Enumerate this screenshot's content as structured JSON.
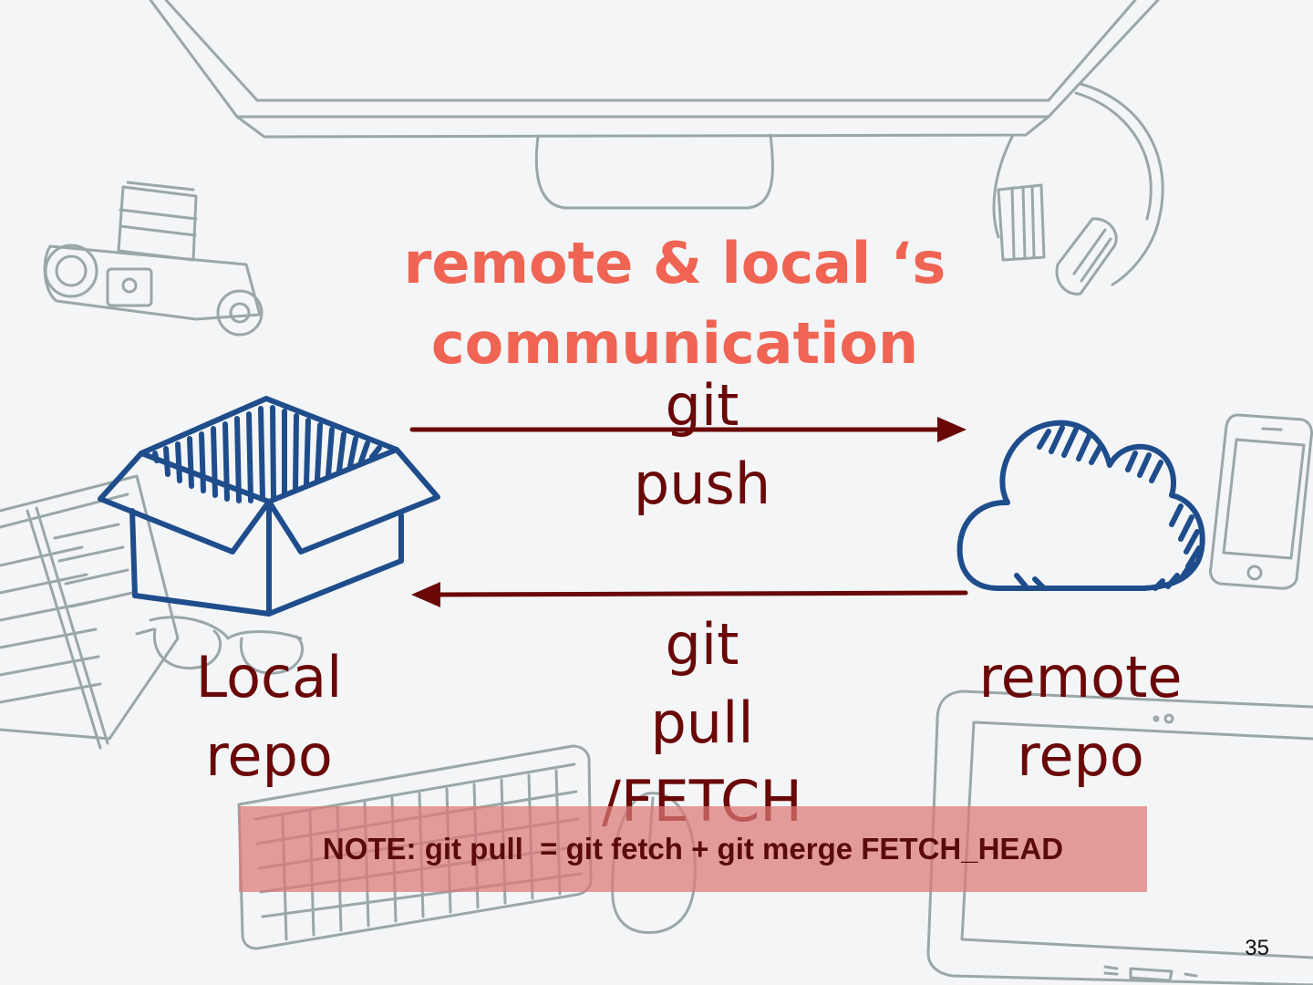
{
  "slide": {
    "title_line1": "remote & local ‘s",
    "title_line2": "communication",
    "push_line1": "git",
    "push_line2": "push",
    "pull_line1": "git",
    "pull_line2": "pull",
    "pull_line3": "/FETCH",
    "local_line1": "Local",
    "local_line2": "repo",
    "remote_line1": "remote",
    "remote_line2": "repo",
    "note": "NOTE: git pull  = git fetch + git merge FETCH_HEAD",
    "page_number": "35"
  },
  "icons": {
    "local": "open-box-icon",
    "remote": "cloud-icon",
    "decor": [
      "monitor",
      "camera",
      "headphones",
      "phone",
      "notebook",
      "glasses",
      "keyboard",
      "mouse",
      "tablet"
    ]
  },
  "colors": {
    "title": "#ef6453",
    "labels": "#6a0808",
    "arrows": "#6a0808",
    "icons": "#1f4d8c",
    "sketch": "#9aa7a8",
    "note_bg": "#dd7876",
    "background": "#f3f5f7"
  }
}
